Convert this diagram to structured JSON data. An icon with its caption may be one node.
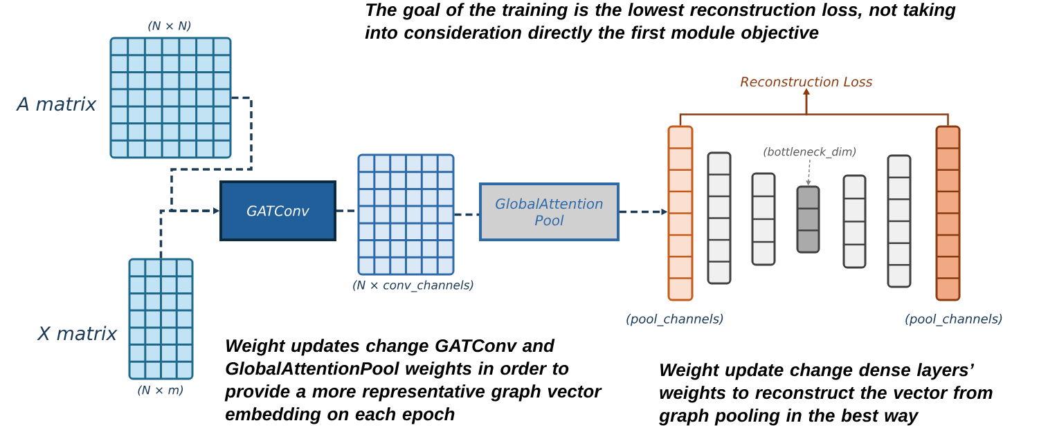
{
  "diagram": {
    "nodes": [
      {
        "text": [],
        "shape": "grid",
        "beside": [
          "(N × N)",
          "A matrix"
        ]
      },
      {
        "text": [],
        "shape": "grid",
        "beside": [
          "X matrix",
          "(N × m)"
        ]
      },
      {
        "text": [
          "GATConv"
        ]
      },
      {
        "text": [],
        "shape": "grid",
        "beside": [
          "(N × conv_channels)"
        ]
      },
      {
        "text": [
          "GlobalAttention Pool"
        ]
      },
      {
        "text": [],
        "shape": "bar",
        "beside": [
          "(pool_channels)"
        ]
      },
      {
        "text": [],
        "shape": "bar"
      },
      {
        "text": [],
        "shape": "bar"
      },
      {
        "text": [
          "(bottleneck_dim)"
        ]
      },
      {
        "text": [],
        "shape": "bar"
      },
      {
        "text": [],
        "shape": "bar"
      },
      {
        "text": [],
        "shape": "bar"
      },
      {
        "text": [],
        "shape": "bar",
        "beside": [
          "(pool_channels)"
        ]
      },
      {
        "text": [
          "Reconstruction Loss"
        ]
      }
    ],
    "edges": [
      {
        "from": 0,
        "to": 2,
        "arrow": "to",
        "style": "dashed"
      },
      {
        "from": 1,
        "to": 2,
        "arrow": "to",
        "style": "dashed"
      },
      {
        "from": 2,
        "to": 3,
        "arrow": "none",
        "style": "dashed"
      },
      {
        "from": 3,
        "to": 4,
        "arrow": "none",
        "style": "dashed"
      },
      {
        "from": 4,
        "to": 5,
        "arrow": "to",
        "style": "dashed"
      },
      {
        "from": 8,
        "to": 9,
        "arrow": "to",
        "style": "dashed",
        "color": "#808080"
      },
      {
        "from": 5,
        "to": 13,
        "arrow": "to",
        "color": "#8b3a0f"
      },
      {
        "from": 12,
        "to": 13,
        "arrow": "to",
        "color": "#8b3a0f"
      }
    ],
    "labels": [
      "The goal of the training is the lowest reconstruction loss, not taking into consideration directly the first module objective",
      "Weight updates change GATConv and GlobalAttentionPool weights in order to provide a more representative graph vector embedding on each epoch",
      "Weight update change dense layers’ weights to reconstruct the vector from graph pooling in the best way"
    ]
  }
}
